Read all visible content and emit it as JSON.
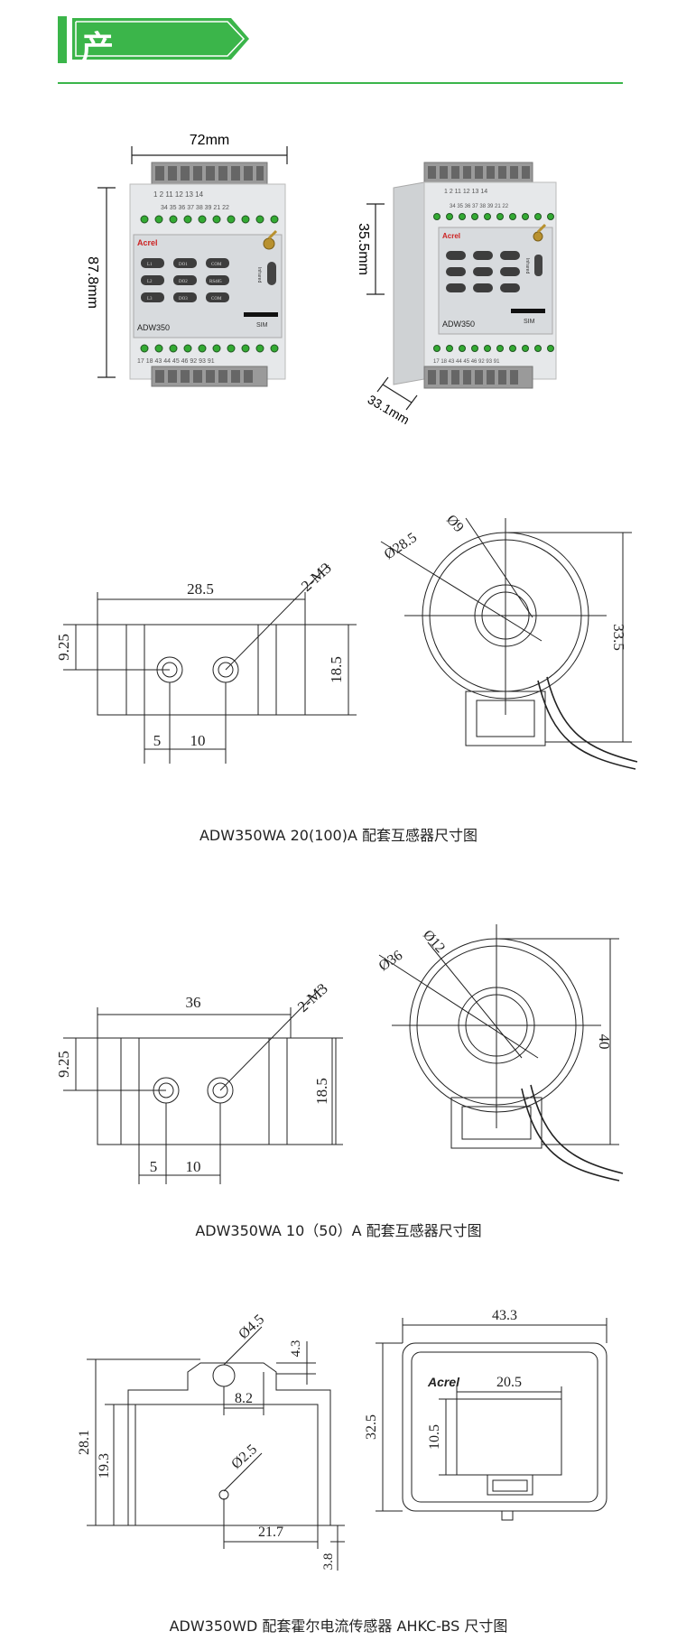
{
  "header": {
    "title": "产品尺寸"
  },
  "device_photo": {
    "front": {
      "width_label": "72mm",
      "height_label": "87.8mm",
      "model": "ADW350",
      "brand": "Acrel",
      "sim_label": "SIM",
      "infrared_label": "Infrared",
      "top_terminals": "1  2     11     12     13     14",
      "mid_terminals": "34 35 36 37 38 39     21 22",
      "bottom_terminals": "17 18 43 44 45 46          92 93 91",
      "keys": [
        "L1",
        "DO1",
        "COM",
        "L2",
        "DO2",
        "RS485",
        "L3",
        "DO3",
        "COM"
      ]
    },
    "side": {
      "depth_label": "35.5mm",
      "step_label": "33.1mm",
      "model": "ADW350",
      "brand": "Acrel",
      "sim_label": "SIM",
      "infrared_label": "Infrared",
      "top_terminals": "1  2     11     12     13     14",
      "mid_terminals": "34 35 36 37 38 39   21 22",
      "bottom_terminals": "17 18 43 44 45 46    92 93 91"
    }
  },
  "drawing1": {
    "front": {
      "width": "28.5",
      "hole_label": "2-M3",
      "offset_y": "9.25",
      "height": "18.5",
      "left_offset": "5",
      "pitch": "10"
    },
    "side": {
      "outer_dia": "Ø28.5",
      "inner_dia": "Ø9",
      "height": "33.5"
    },
    "caption": "ADW350WA 20(100)A 配套互感器尺寸图"
  },
  "drawing2": {
    "front": {
      "width": "36",
      "hole_label": "2-M3",
      "offset_y": "9.25",
      "height": "18.5",
      "left_offset": "5",
      "pitch": "10"
    },
    "side": {
      "outer_dia": "Ø36",
      "inner_dia": "Ø12",
      "height": "40"
    },
    "caption": "ADW350WA 10（50）A 配套互感器尺寸图"
  },
  "drawing3": {
    "left": {
      "hole_large": "Ø4.5",
      "top_gap": "4.3",
      "total_h": "28.1",
      "body_h": "19.3",
      "hole_offset": "8.2",
      "hole_small": "Ø2.5",
      "bottom_w": "21.7",
      "bottom_gap": "3.8"
    },
    "right": {
      "width": "43.3",
      "height": "32.5",
      "window_w": "20.5",
      "window_h": "10.5",
      "brand": "Acrel"
    },
    "caption": "ADW350WD 配套霍尔电流传感器 AHKC-BS 尺寸图"
  }
}
